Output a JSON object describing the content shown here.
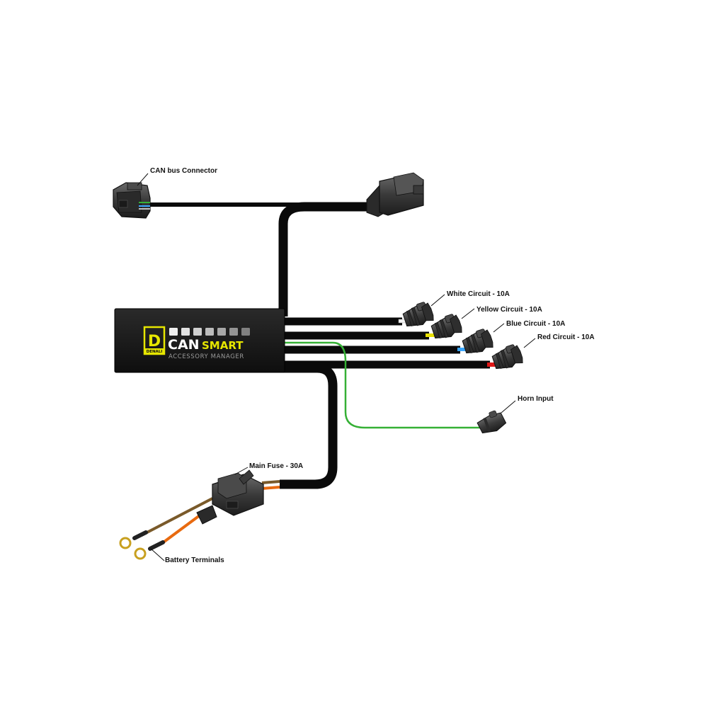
{
  "colors": {
    "background": "#ffffff",
    "cable": "#0a0a0a",
    "module_body": "#141414",
    "brand_yellow": "#e6e600",
    "white_wire": "#f2f2f2",
    "yellow_wire": "#e8e000",
    "blue_wire": "#3aa6ff",
    "red_wire": "#e01818",
    "green_wire": "#35b035",
    "orange_wire": "#e86a10",
    "brown_wire": "#7a5a2a"
  },
  "module": {
    "logo_letter": "D",
    "logo_caption": "DENALI",
    "brand_primary": "CAN",
    "brand_secondary": "SMART",
    "subtitle": "ACCESSORY MANAGER",
    "indicator_leds": [
      "#f0f0f0",
      "#e2e2e2",
      "#d0d0d0",
      "#bcbcbc",
      "#a8a8a8",
      "#949494",
      "#808080"
    ]
  },
  "labels": {
    "can_bus": "CAN bus Connector",
    "white_circuit": "White Circuit - 10A",
    "yellow_circuit": "Yellow Circuit - 10A",
    "blue_circuit": "Blue Circuit - 10A",
    "red_circuit": "Red Circuit - 10A",
    "horn_input": "Horn Input",
    "main_fuse": "Main Fuse - 30A",
    "battery_terminals": "Battery Terminals"
  },
  "icons": {
    "can_connector": "can-bus-connector-icon",
    "obd_plug": "diagnostic-plug-icon",
    "circuit_connector": "2-pin-connector-icon",
    "fuse_holder": "inline-fuse-holder-icon",
    "ring_terminal": "ring-terminal-icon"
  }
}
